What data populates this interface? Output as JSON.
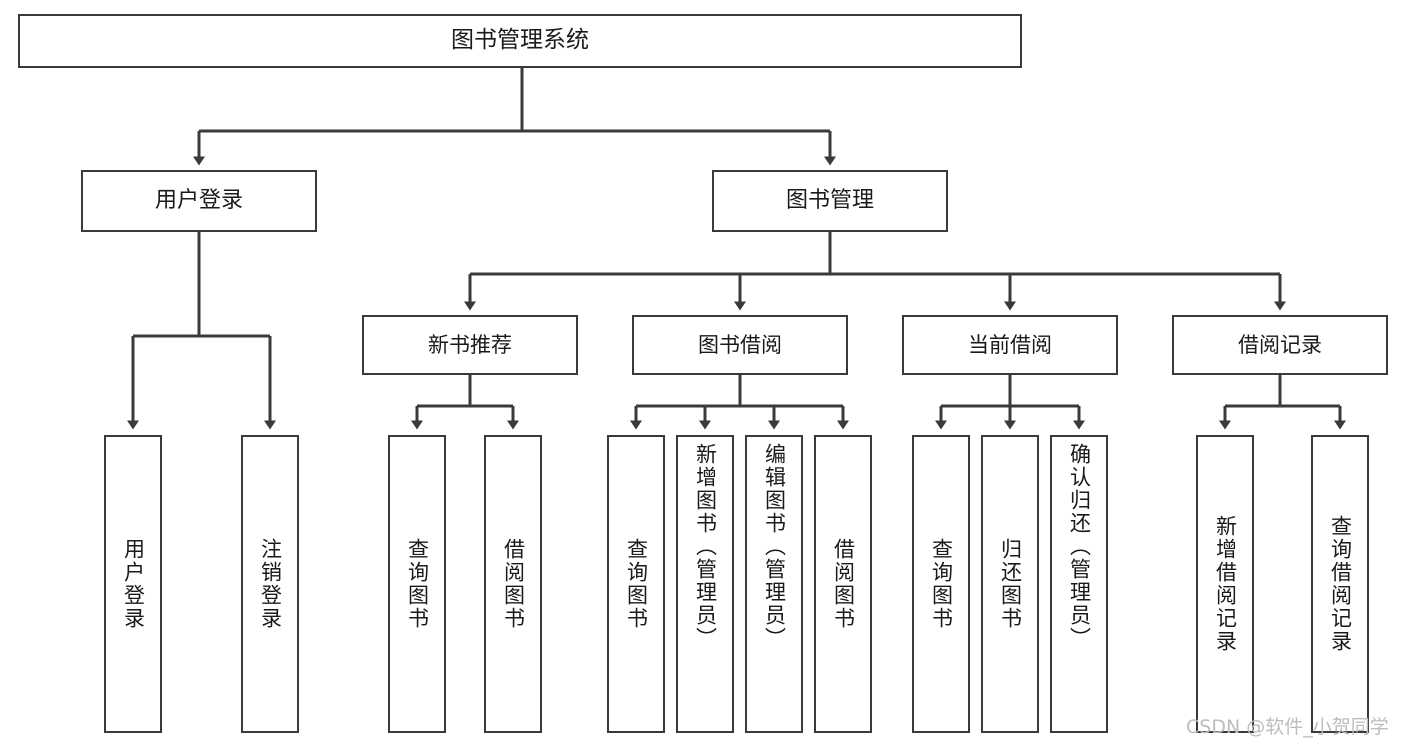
{
  "diagram": {
    "title": "图书管理系统",
    "type": "hierarchy-tree",
    "root": {
      "label": "图书管理系统"
    },
    "level2": [
      {
        "label": "用户登录"
      },
      {
        "label": "图书管理"
      }
    ],
    "level3": [
      {
        "label": "新书推荐"
      },
      {
        "label": "图书借阅"
      },
      {
        "label": "当前借阅"
      },
      {
        "label": "借阅记录"
      }
    ],
    "leaves": [
      {
        "label": "用户登录",
        "parent": "用户登录"
      },
      {
        "label": "注销登录",
        "parent": "用户登录"
      },
      {
        "label": "查询图书",
        "parent": "新书推荐"
      },
      {
        "label": "借阅图书",
        "parent": "新书推荐"
      },
      {
        "label": "查询图书",
        "parent": "图书借阅"
      },
      {
        "label": "新增图书（管理员）",
        "parent": "图书借阅"
      },
      {
        "label": "编辑图书（管理员）",
        "parent": "图书借阅"
      },
      {
        "label": "借阅图书",
        "parent": "图书借阅"
      },
      {
        "label": "查询图书",
        "parent": "当前借阅"
      },
      {
        "label": "归还图书",
        "parent": "当前借阅"
      },
      {
        "label": "确认归还（管理员）",
        "parent": "当前借阅"
      },
      {
        "label": "新增借阅记录",
        "parent": "借阅记录"
      },
      {
        "label": "查询借阅记录",
        "parent": "借阅记录"
      }
    ]
  },
  "watermark": {
    "text": "CSDN @软件_小贺同学",
    "color": "#bdbdbd"
  },
  "colors": {
    "stroke": "#3a3a3a",
    "background": "#ffffff",
    "text": "#1a1a1a"
  }
}
